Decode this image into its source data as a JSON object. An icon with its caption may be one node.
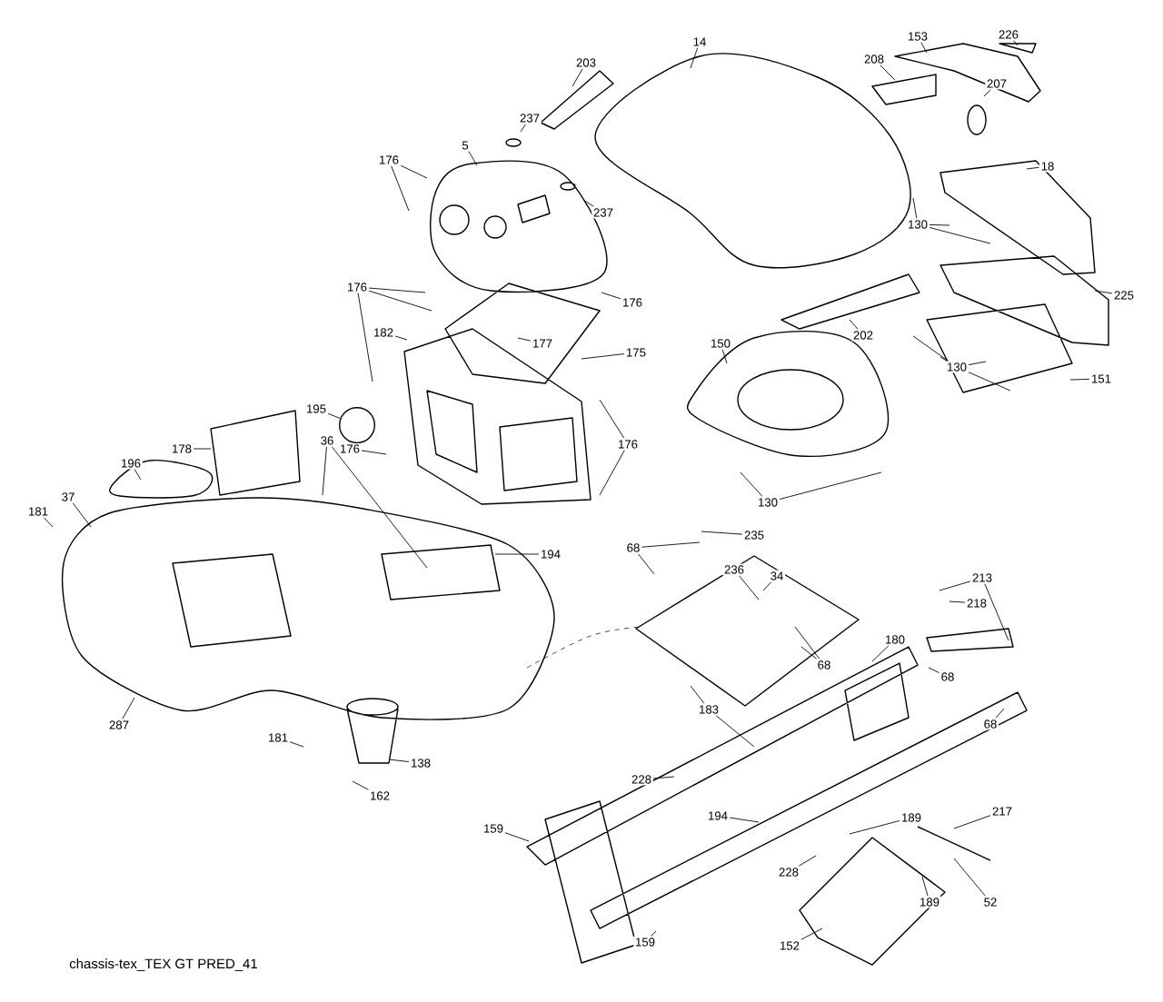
{
  "diagram": {
    "caption": "chassis-tex_TEX GT PRED_41",
    "nodes": [
      {
        "text": [
          "14"
        ]
      },
      {
        "text": [
          "203"
        ]
      },
      {
        "text": [
          "153"
        ]
      },
      {
        "text": [
          "226"
        ]
      },
      {
        "text": [
          "208"
        ]
      },
      {
        "text": [
          "237"
        ]
      },
      {
        "text": [
          "207"
        ]
      },
      {
        "text": [
          "5"
        ]
      },
      {
        "text": [
          "176"
        ]
      },
      {
        "text": [
          "237"
        ]
      },
      {
        "text": [
          "18"
        ]
      },
      {
        "text": [
          "130"
        ]
      },
      {
        "text": [
          "176"
        ]
      },
      {
        "text": [
          "176"
        ]
      },
      {
        "text": [
          "225"
        ]
      },
      {
        "text": [
          "177"
        ]
      },
      {
        "text": [
          "175"
        ]
      },
      {
        "text": [
          "202"
        ]
      },
      {
        "text": [
          "182"
        ]
      },
      {
        "text": [
          "150"
        ]
      },
      {
        "text": [
          "130"
        ]
      },
      {
        "text": [
          "151"
        ]
      },
      {
        "text": [
          "195"
        ]
      },
      {
        "text": [
          "178"
        ]
      },
      {
        "text": [
          "176"
        ]
      },
      {
        "text": [
          "176"
        ]
      },
      {
        "text": [
          "36"
        ]
      },
      {
        "text": [
          "196"
        ]
      },
      {
        "text": [
          "37"
        ]
      },
      {
        "text": [
          "181"
        ]
      },
      {
        "text": [
          "194"
        ]
      },
      {
        "text": [
          "130"
        ]
      },
      {
        "text": [
          "235"
        ]
      },
      {
        "text": [
          "68"
        ]
      },
      {
        "text": [
          "236"
        ]
      },
      {
        "text": [
          "34"
        ]
      },
      {
        "text": [
          "213"
        ]
      },
      {
        "text": [
          "218"
        ]
      },
      {
        "text": [
          "180"
        ]
      },
      {
        "text": [
          "68"
        ]
      },
      {
        "text": [
          "68"
        ]
      },
      {
        "text": [
          "68"
        ]
      },
      {
        "text": [
          "183"
        ]
      },
      {
        "text": [
          "287"
        ]
      },
      {
        "text": [
          "181"
        ]
      },
      {
        "text": [
          "138"
        ]
      },
      {
        "text": [
          "162"
        ]
      },
      {
        "text": [
          "228"
        ]
      },
      {
        "text": [
          "194"
        ]
      },
      {
        "text": [
          "159"
        ]
      },
      {
        "text": [
          "189"
        ]
      },
      {
        "text": [
          "217"
        ]
      },
      {
        "text": [
          "228"
        ]
      },
      {
        "text": [
          "52"
        ]
      },
      {
        "text": [
          "189"
        ]
      },
      {
        "text": [
          "152"
        ]
      },
      {
        "text": [
          "159"
        ]
      },
      {
        "text": [],
        "shape": "circle"
      }
    ],
    "edges": [
      {
        "from": 0,
        "to": null,
        "arrow": "none"
      },
      {
        "from": 1,
        "to": null,
        "arrow": "none"
      },
      {
        "from": 2,
        "to": null,
        "arrow": "none"
      },
      {
        "from": 3,
        "to": null,
        "arrow": "none"
      },
      {
        "from": 4,
        "to": null,
        "arrow": "none"
      },
      {
        "from": 5,
        "to": null,
        "arrow": "none"
      },
      {
        "from": 6,
        "to": null,
        "arrow": "none"
      },
      {
        "from": 7,
        "to": null,
        "arrow": "none"
      },
      {
        "from": 8,
        "to": null,
        "arrow": "none"
      },
      {
        "from": 8,
        "to": null,
        "arrow": "none"
      },
      {
        "from": 9,
        "to": null,
        "arrow": "none"
      },
      {
        "from": 10,
        "to": null,
        "arrow": "none"
      },
      {
        "from": 11,
        "to": null,
        "arrow": "none"
      },
      {
        "from": 11,
        "to": null,
        "arrow": "none"
      },
      {
        "from": 11,
        "to": null,
        "arrow": "none"
      },
      {
        "from": 12,
        "to": null,
        "arrow": "none"
      },
      {
        "from": 13,
        "to": null,
        "arrow": "none"
      },
      {
        "from": 13,
        "to": null,
        "arrow": "none"
      },
      {
        "from": 13,
        "to": null,
        "arrow": "none"
      },
      {
        "from": 14,
        "to": null,
        "arrow": "none"
      },
      {
        "from": 15,
        "to": null,
        "arrow": "none"
      },
      {
        "from": 16,
        "to": null,
        "arrow": "none"
      },
      {
        "from": 17,
        "to": null,
        "arrow": "none"
      },
      {
        "from": 18,
        "to": null,
        "arrow": "none"
      },
      {
        "from": 19,
        "to": null,
        "arrow": "none"
      },
      {
        "from": 20,
        "to": null,
        "arrow": "none"
      },
      {
        "from": 20,
        "to": null,
        "arrow": "none"
      },
      {
        "from": 20,
        "to": null,
        "arrow": "none"
      },
      {
        "from": 20,
        "to": null,
        "arrow": "none"
      },
      {
        "from": 21,
        "to": null,
        "arrow": "none"
      },
      {
        "from": 22,
        "to": 57,
        "arrow": "none"
      },
      {
        "from": 23,
        "to": null,
        "arrow": "none"
      },
      {
        "from": 24,
        "to": null,
        "arrow": "none"
      },
      {
        "from": 25,
        "to": null,
        "arrow": "none"
      },
      {
        "from": 25,
        "to": null,
        "arrow": "none"
      },
      {
        "from": 26,
        "to": null,
        "arrow": "none"
      },
      {
        "from": 26,
        "to": null,
        "arrow": "none"
      },
      {
        "from": 27,
        "to": null,
        "arrow": "none"
      },
      {
        "from": 28,
        "to": null,
        "arrow": "none"
      },
      {
        "from": 29,
        "to": null,
        "arrow": "none"
      },
      {
        "from": 30,
        "to": null,
        "arrow": "none"
      },
      {
        "from": 31,
        "to": null,
        "arrow": "none"
      },
      {
        "from": 31,
        "to": null,
        "arrow": "none"
      },
      {
        "from": 32,
        "to": null,
        "arrow": "none"
      },
      {
        "from": 33,
        "to": null,
        "arrow": "none"
      },
      {
        "from": 33,
        "to": null,
        "arrow": "none"
      },
      {
        "from": 34,
        "to": null,
        "arrow": "none"
      },
      {
        "from": 35,
        "to": null,
        "arrow": "none"
      },
      {
        "from": 36,
        "to": null,
        "arrow": "none"
      },
      {
        "from": 36,
        "to": null,
        "arrow": "none"
      },
      {
        "from": 37,
        "to": null,
        "arrow": "none"
      },
      {
        "from": 38,
        "to": null,
        "arrow": "none"
      },
      {
        "from": 39,
        "to": null,
        "arrow": "none"
      },
      {
        "from": 39,
        "to": null,
        "arrow": "none"
      },
      {
        "from": 40,
        "to": null,
        "arrow": "none"
      },
      {
        "from": 41,
        "to": null,
        "arrow": "none"
      },
      {
        "from": 42,
        "to": null,
        "arrow": "none"
      },
      {
        "from": 42,
        "to": null,
        "arrow": "none"
      },
      {
        "from": 43,
        "to": null,
        "arrow": "none"
      },
      {
        "from": 44,
        "to": null,
        "arrow": "none"
      },
      {
        "from": 45,
        "to": null,
        "arrow": "none"
      },
      {
        "from": 46,
        "to": null,
        "arrow": "none"
      },
      {
        "from": 47,
        "to": null,
        "arrow": "none"
      },
      {
        "from": 48,
        "to": null,
        "arrow": "none"
      },
      {
        "from": 49,
        "to": null,
        "arrow": "none"
      },
      {
        "from": 50,
        "to": null,
        "arrow": "none"
      },
      {
        "from": 51,
        "to": null,
        "arrow": "none"
      },
      {
        "from": 52,
        "to": null,
        "arrow": "none"
      },
      {
        "from": 53,
        "to": null,
        "arrow": "none"
      },
      {
        "from": 54,
        "to": null,
        "arrow": "none"
      },
      {
        "from": 55,
        "to": null,
        "arrow": "none"
      },
      {
        "from": 56,
        "to": null,
        "arrow": "none"
      }
    ]
  }
}
